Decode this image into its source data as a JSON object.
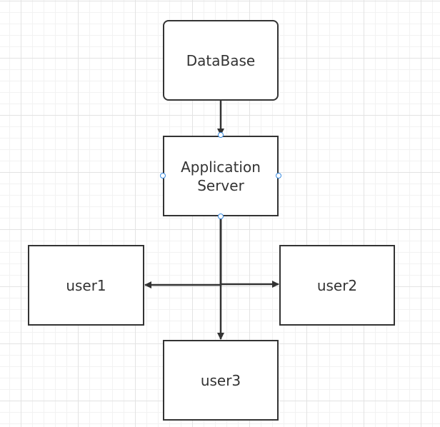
{
  "nodes": {
    "database": "DataBase",
    "app_server_line1": "Application",
    "app_server_line2": "Server",
    "user1": "user1",
    "user2": "user2",
    "user3": "user3"
  },
  "colors": {
    "stroke": "#333333",
    "selection_handle": "#3a8be0",
    "grid": "#e3e3e3"
  }
}
